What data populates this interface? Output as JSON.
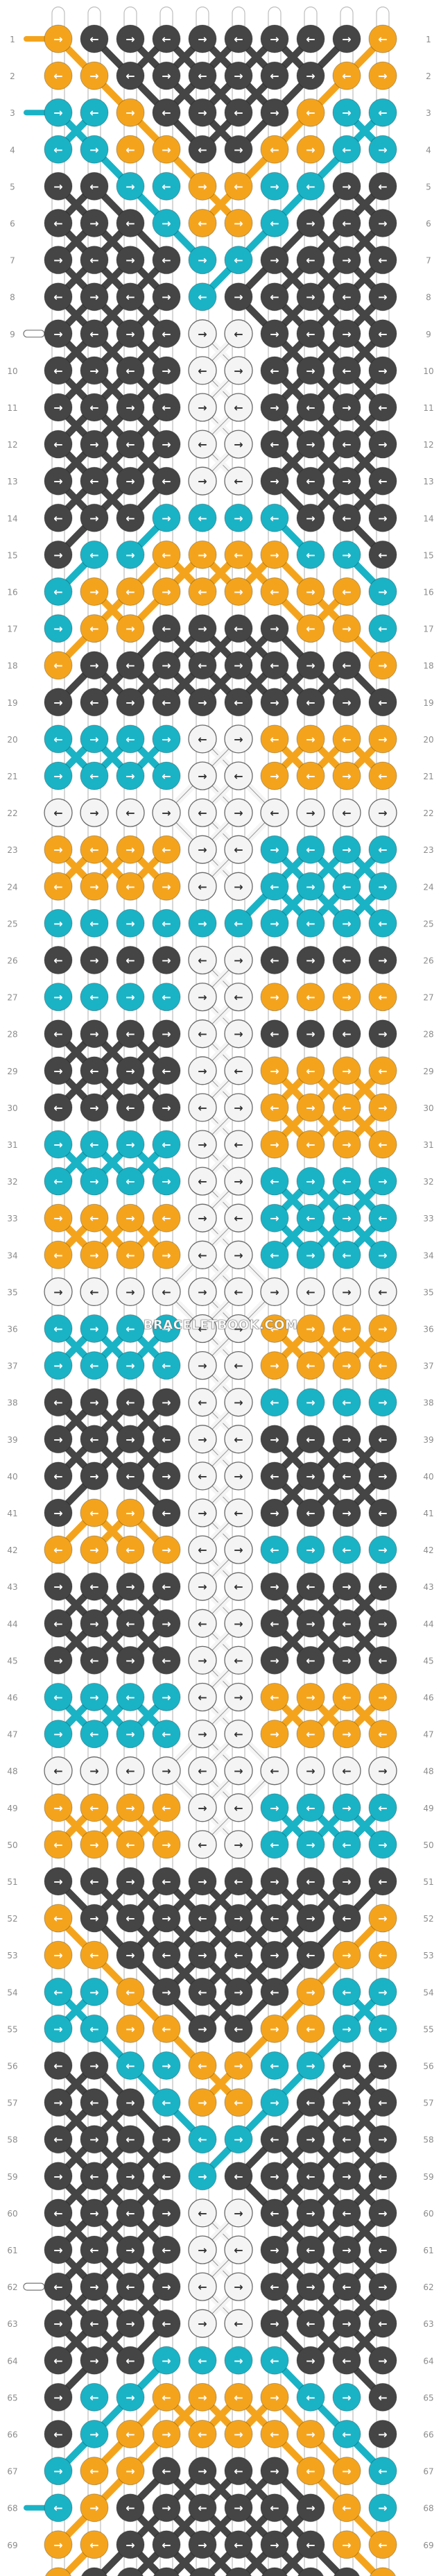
{
  "colors": {
    "orange": "#f4a41c",
    "cyan": "#1ab3c6",
    "dark": "#454545",
    "white": "#f4f4f4",
    "row_number": "#8c8c8c",
    "string_outline": "#bdbdbd"
  },
  "pattern": {
    "rows": 70,
    "strings": 10,
    "knot_symbols": {
      "forward": "→",
      "backward": "←",
      "forward_backward": "↘",
      "backward_forward": "↙"
    },
    "color_legend": [
      "orange",
      "cyan",
      "dark",
      "white"
    ],
    "rows_colors": [
      "ODDDDDDDDO",
      "OODDDDDDOO",
      "CCODDDDOCC",
      "CCOODDOOCC",
      "DDCCOOCCDD",
      "DDDCOOCDDD",
      "DDDDCCDDDD",
      "DDDDCDDDDD",
      "DDDDWWDDDD",
      "DDDDWWDDDD",
      "DDDDWWDDDD",
      "DDDDWWDDDD",
      "DDDDWWDDDD",
      "DDDCCCCDDD",
      "DCCOOOOCCD",
      "COOOOOOOOC",
      "COODDDDOOC",
      "ODDDDDDDDO",
      "DDDDDDDDDD",
      "CCCCWWOOOO",
      "CCCCWWOOOO",
      "WWWWWWWWWW",
      "OOOOWWCCCC",
      "OOOOWWCCCC",
      "CCCCCCCCCC",
      "DDDDWWDDDD",
      "CCCCWWOOOO",
      "DDDDWWDDDD",
      "DDDDWWOOOO",
      "DDDDWWOOOO",
      "CCCCWWOOOO",
      "CCCCWWCCCC",
      "OOOOWWCCCC",
      "OOOOWWCCCC",
      "WWWWWWWWWW",
      "CCCCWWOOOO",
      "CCCCWWOOOO",
      "DDDDWWCCCC",
      "DDDDWWDDDD",
      "DDDDWWDDDD",
      "DOODWWDDDD",
      "OOOOWWCCCC",
      "DDDDWWDDDD",
      "DDDDWWDDDD",
      "DDDDWWDDDD",
      "CCCCWWOOOO",
      "CCCCWWOOOO",
      "WWWWWWWWWW",
      "OOOOWWCCCC",
      "OOOOWWCCCC",
      "DDDDDDDDDD",
      "ODDDDDDDDO",
      "OODDDDDDOO",
      "CCODDDDOCC",
      "CCOODDOOCC",
      "DDCCOOCCDD",
      "DDDCOOCDDD",
      "DDDDCCDDDD",
      "DDDDCDDDDD",
      "DDDDWWDDDD",
      "DDDDWWDDDD",
      "DDDDWWDDDD",
      "DDDDWWDDDD",
      "DDDCCCCDDD",
      "DCCOOOOCCD",
      "DCOOOOOOCD",
      "COODDDDOOC",
      "CODDDDDDOC",
      "OODDDDDDOO",
      "ODDDDDDDDO"
    ],
    "left_ends": {
      "1": "O",
      "3": "C",
      "9": "W",
      "62": "W",
      "68": "C",
      "70": "O"
    }
  },
  "watermark": {
    "text": "BRACELETBOOK.COM"
  }
}
